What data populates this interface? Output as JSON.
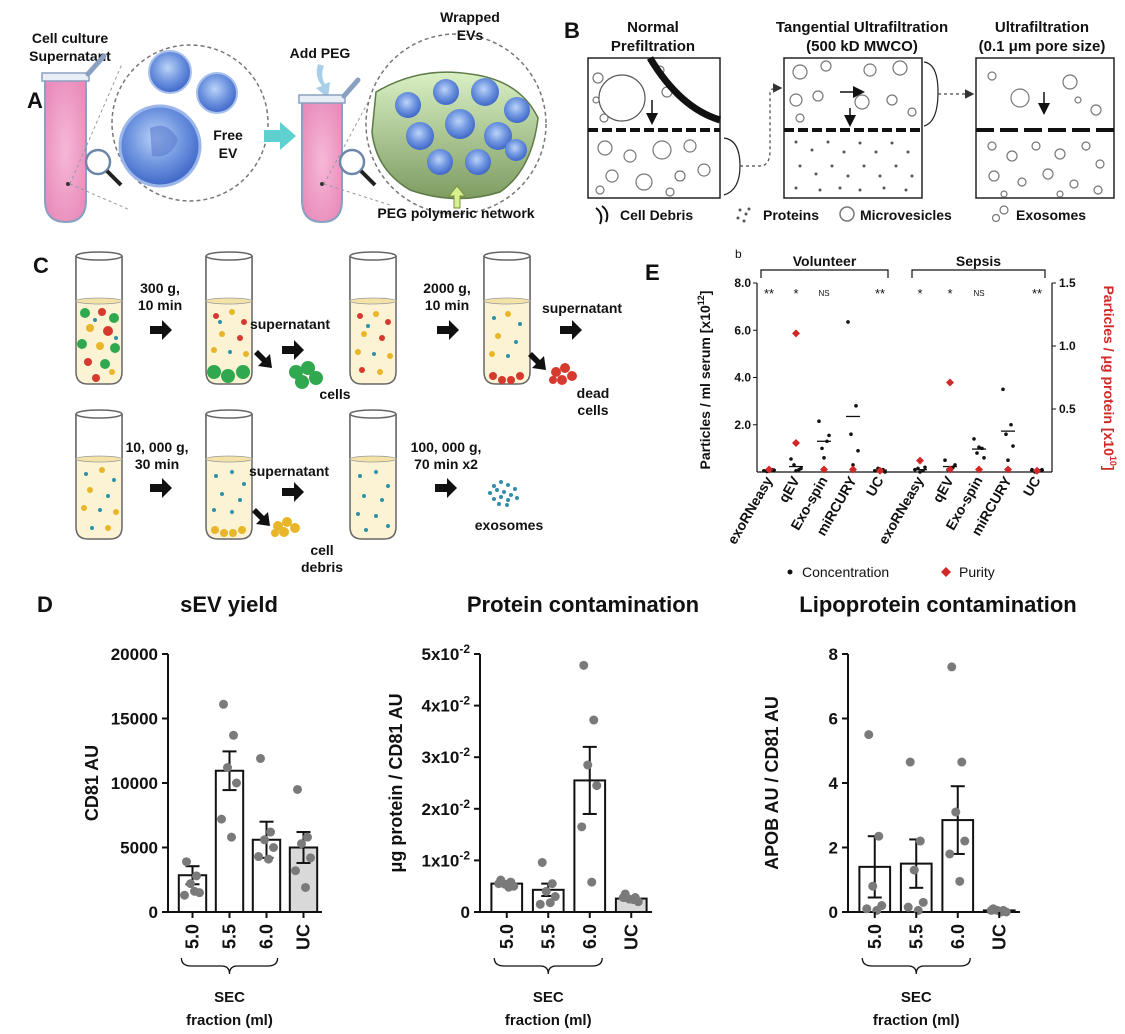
{
  "panel_labels": {
    "a": "A",
    "b": "B",
    "c": "C",
    "d": "D",
    "e": "E",
    "e_small": "b"
  },
  "panel_a": {
    "source_line1": "Cell culture",
    "source_line2": "Supernatant",
    "free_ev_line1": "Free",
    "free_ev_line2": "EV",
    "add_peg": "Add PEG",
    "wrapped_line1": "Wrapped",
    "wrapped_line2": "EVs",
    "peg_network": "PEG polymeric  network"
  },
  "panel_b": {
    "step1_line1": "Normal",
    "step1_line2": "Prefiltration",
    "step2_line1": "Tangential Ultrafiltration",
    "step2_line2": "(500 kD MWCO)",
    "step3_line1": "Ultrafiltration",
    "step3_line2": "(0.1 μm pore size)",
    "legend": [
      "Cell Debris",
      "Proteins",
      "Microvesicles",
      "Exosomes"
    ]
  },
  "panel_c": {
    "step1_line1": "300 g,",
    "step1_line2": "10 min",
    "supernatant": "supernatant",
    "cells": "cells",
    "step2_line1": "2000 g,",
    "step2_line2": "10 min",
    "dead_line1": "dead",
    "dead_line2": "cells",
    "step3_line1": "10, 000 g,",
    "step3_line2": "30 min",
    "debris_line1": "cell",
    "debris_line2": "debris",
    "step4_line1": "100, 000 g,",
    "step4_line2": "70 min x2",
    "exosomes": "exosomes"
  },
  "panel_e": {
    "groups": [
      "Volunteer",
      "Sepsis"
    ],
    "categories": [
      "exoRNeasy",
      "qEV",
      "Exo-spin",
      "miRCURY",
      "UC",
      "exoRNeasy",
      "qEV",
      "Exo-spin",
      "miRCURY",
      "UC"
    ],
    "significance": [
      "**",
      "*",
      "NS",
      "",
      "**",
      "*",
      "*",
      "NS",
      "",
      "**"
    ],
    "y_left_label": "Particles / ml serum [x10",
    "y_left_sup": "12",
    "y_right_label": "Particles / μg protein [x10",
    "y_right_sup": "10",
    "y_left_ticks": [
      "8.0",
      "6.0",
      "4.0",
      "2.0"
    ],
    "y_right_ticks": [
      "1.5",
      "1.0",
      "0.5"
    ],
    "legend": [
      "Concentration",
      "Purity"
    ],
    "colors": {
      "concentration": "#111111",
      "purity": "#d22828"
    }
  },
  "chart_data": [
    {
      "type": "scatter",
      "title": "",
      "ylabel": "Particles / ml serum [x10^12]",
      "ylabel_right": "Particles / μg protein [x10^10]",
      "ylim": [
        0,
        8
      ],
      "ylim_right": [
        0,
        1.5
      ],
      "categories": [
        "exoRNeasy",
        "qEV",
        "Exo-spin",
        "miRCURY",
        "UC",
        "exoRNeasy",
        "qEV",
        "Exo-spin",
        "miRCURY",
        "UC"
      ],
      "groups": [
        "Volunteer",
        "Volunteer",
        "Volunteer",
        "Volunteer",
        "Volunteer",
        "Sepsis",
        "Sepsis",
        "Sepsis",
        "Sepsis",
        "Sepsis"
      ],
      "series": [
        {
          "name": "Concentration",
          "axis": "left",
          "points": [
            [
              0,
              0.05
            ],
            [
              0,
              0.1
            ],
            [
              0,
              0.02
            ],
            [
              0,
              0.08
            ],
            [
              0,
              0.12
            ],
            [
              1,
              0.55
            ],
            [
              1,
              0.1
            ],
            [
              1,
              0.3
            ],
            [
              1,
              0.15
            ],
            [
              1,
              0.05
            ],
            [
              2,
              2.15
            ],
            [
              2,
              1.3
            ],
            [
              2,
              1.0
            ],
            [
              2,
              1.55
            ],
            [
              2,
              0.6
            ],
            [
              3,
              6.35
            ],
            [
              3,
              2.8
            ],
            [
              3,
              1.6
            ],
            [
              3,
              0.9
            ],
            [
              3,
              0.3
            ],
            [
              4,
              0.05
            ],
            [
              4,
              0.1
            ],
            [
              4,
              0.15
            ],
            [
              4,
              0.0
            ],
            [
              4,
              0.1
            ],
            [
              5,
              0.1
            ],
            [
              5,
              0.05
            ],
            [
              5,
              0.15
            ],
            [
              5,
              0.2
            ],
            [
              5,
              0.0
            ],
            [
              6,
              0.5
            ],
            [
              6,
              0.2
            ],
            [
              6,
              0.1
            ],
            [
              6,
              0.3
            ],
            [
              6,
              0.05
            ],
            [
              7,
              1.4
            ],
            [
              7,
              1.0
            ],
            [
              7,
              0.8
            ],
            [
              7,
              0.6
            ],
            [
              7,
              1.05
            ],
            [
              8,
              3.5
            ],
            [
              8,
              2.0
            ],
            [
              8,
              1.6
            ],
            [
              8,
              1.1
            ],
            [
              8,
              0.5
            ],
            [
              9,
              0.1
            ],
            [
              9,
              0.05
            ],
            [
              9,
              0.0
            ],
            [
              9,
              0.1
            ],
            [
              9,
              0.05
            ]
          ],
          "means": [
            0.07,
            0.23,
            1.3,
            2.35,
            0.08,
            0.1,
            0.23,
            0.97,
            1.73,
            0.06
          ]
        },
        {
          "name": "Purity",
          "axis": "right",
          "points": [
            [
              0,
              0.02
            ],
            [
              1,
              1.1
            ],
            [
              1,
              0.23
            ],
            [
              2,
              0.02
            ],
            [
              3,
              0.02
            ],
            [
              4,
              0.01
            ],
            [
              5,
              0.09
            ],
            [
              6,
              0.71
            ],
            [
              6,
              0.02
            ],
            [
              7,
              0.02
            ],
            [
              8,
              0.02
            ],
            [
              9,
              0.01
            ]
          ]
        }
      ]
    },
    {
      "type": "bar",
      "title": "sEV yield",
      "ylabel": "CD81 AU",
      "xlabel": "SEC fraction (ml)",
      "categories": [
        "5.0",
        "5.5",
        "6.0",
        "UC"
      ],
      "values": [
        2850,
        10950,
        5600,
        5000
      ],
      "sem": [
        700,
        1500,
        1400,
        1200
      ],
      "points": [
        [
          3900,
          2800,
          2200,
          1500,
          1300,
          1600
        ],
        [
          16100,
          13700,
          11200,
          10000,
          7200,
          5800
        ],
        [
          11900,
          6200,
          5600,
          5000,
          4300,
          4100
        ],
        [
          9500,
          5800,
          5300,
          4200,
          3200,
          1900
        ]
      ],
      "bar_colors": [
        "#ffffff",
        "#ffffff",
        "#ffffff",
        "#d9d9d9"
      ],
      "ylim": [
        0,
        20000
      ],
      "ticks": [
        "0",
        "5000",
        "10000",
        "15000",
        "20000"
      ]
    },
    {
      "type": "bar",
      "title": "Protein contamination",
      "ylabel": "μg protein / CD81 AU",
      "xlabel": "SEC fraction (ml)",
      "categories": [
        "5.0",
        "5.5",
        "6.0",
        "UC"
      ],
      "values": [
        0.0055,
        0.0043,
        0.0255,
        0.0026
      ],
      "sem": [
        0.0004,
        0.0012,
        0.0065,
        0.0004
      ],
      "points": [
        [
          0.0062,
          0.0058,
          0.0054,
          0.005,
          0.0055,
          0.0048
        ],
        [
          0.0096,
          0.0055,
          0.004,
          0.003,
          0.0015,
          0.0018
        ],
        [
          0.0478,
          0.0372,
          0.0285,
          0.0245,
          0.0165,
          0.0058
        ],
        [
          0.0035,
          0.0028,
          0.0025,
          0.002,
          0.0028,
          0.0024
        ]
      ],
      "bar_colors": [
        "#ffffff",
        "#ffffff",
        "#ffffff",
        "#d9d9d9"
      ],
      "ylim": [
        0,
        0.05
      ],
      "ticks": [
        "0",
        "1x10-2",
        "2x10-2",
        "3x10-2",
        "4x10-2",
        "5x10-2"
      ]
    },
    {
      "type": "bar",
      "title": "Lipoprotein contamination",
      "ylabel": "APOB AU / CD81 AU",
      "xlabel": "SEC fraction (ml)",
      "categories": [
        "5.0",
        "5.5",
        "6.0",
        "UC"
      ],
      "values": [
        1.4,
        1.5,
        2.85,
        0.05
      ],
      "sem": [
        0.95,
        0.75,
        1.05,
        0.02
      ],
      "points": [
        [
          5.5,
          2.35,
          0.8,
          0.2,
          0.1,
          0.05
        ],
        [
          4.65,
          2.2,
          1.3,
          0.3,
          0.15,
          0.05
        ],
        [
          7.6,
          4.65,
          3.1,
          2.2,
          1.8,
          0.95
        ],
        [
          0.1,
          0.05,
          0.05,
          0.0,
          0.05,
          0.0
        ]
      ],
      "bar_colors": [
        "#ffffff",
        "#ffffff",
        "#ffffff",
        "#d9d9d9"
      ],
      "ylim": [
        0,
        8
      ],
      "ticks": [
        "0",
        "2",
        "4",
        "6",
        "8"
      ]
    }
  ]
}
